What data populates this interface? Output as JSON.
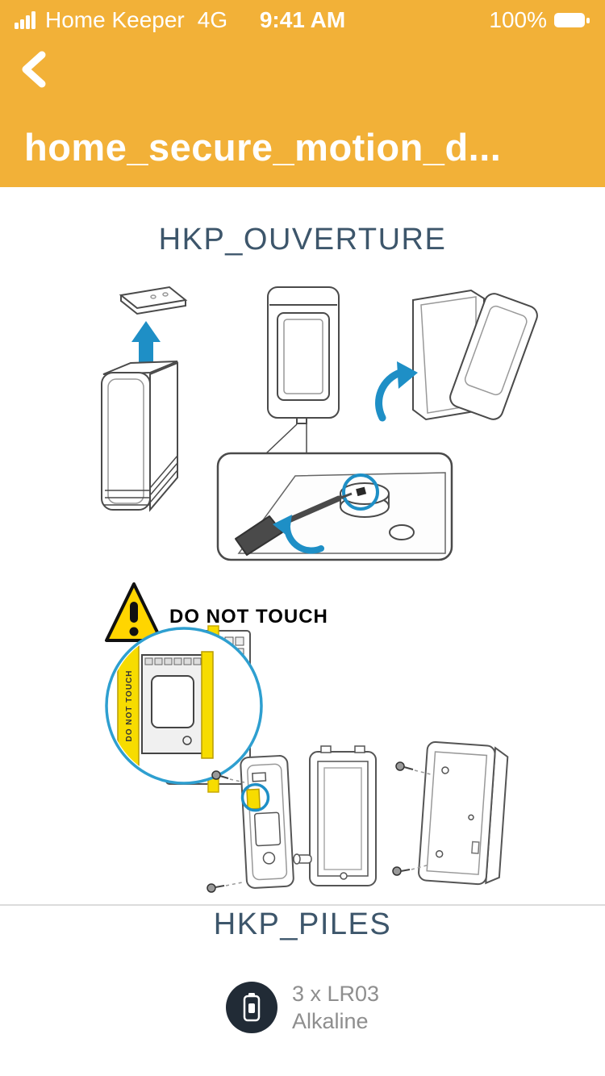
{
  "colors": {
    "header_bg": "#F2B138",
    "accent_blue": "#1E8FC6",
    "heading": "#3D566B",
    "warning_yellow": "#FFD500",
    "highlight_circle_blue": "#2E9FD0",
    "battery_badge": "#212B36"
  },
  "status_bar": {
    "carrier": "Home Keeper",
    "network": "4G",
    "time": "9:41 AM",
    "battery_percent": "100%"
  },
  "header": {
    "title": "home_secure_motion_d..."
  },
  "sections": [
    {
      "title": "HKP_OUVERTURE"
    },
    {
      "title": "HKP_PILES"
    }
  ],
  "warning": {
    "label": "DO NOT TOUCH"
  },
  "battery_info": {
    "line1": "3 x LR03",
    "line2": "Alkaline"
  }
}
